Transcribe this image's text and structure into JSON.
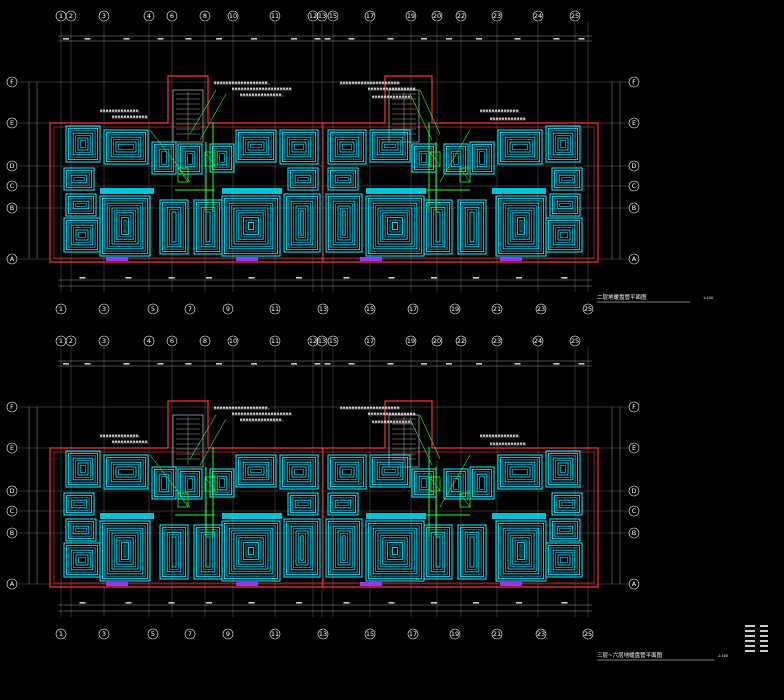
{
  "drawing": {
    "colors": {
      "background": "#000000",
      "grid_line": "#8c8c8c",
      "axis_bubble": "#ffffff",
      "wall": "#ff3030",
      "heating_coil": "#00e5ff",
      "heating_coil_dark": "#00a0c0",
      "pipe": "#20ff20",
      "annotation": "#ffffff",
      "accent_magenta": "#9933ff"
    },
    "axes_top": [
      "1",
      "2",
      "3",
      "4",
      "6",
      "8",
      "10",
      "11",
      "12",
      "13",
      "15",
      "17",
      "19",
      "20",
      "22",
      "23",
      "24",
      "25"
    ],
    "axes_bottom": [
      "1",
      "3",
      "5",
      "7",
      "9",
      "11",
      "13",
      "15",
      "17",
      "19",
      "21",
      "23",
      "25"
    ],
    "axes_rows": [
      "F",
      "E",
      "D",
      "C",
      "B",
      "A"
    ],
    "plans": [
      {
        "title": "二层地暖盘管平面图",
        "scale": "1:100"
      },
      {
        "title": "三层~六层地暖盘管平面图",
        "scale": "1:100"
      }
    ]
  }
}
